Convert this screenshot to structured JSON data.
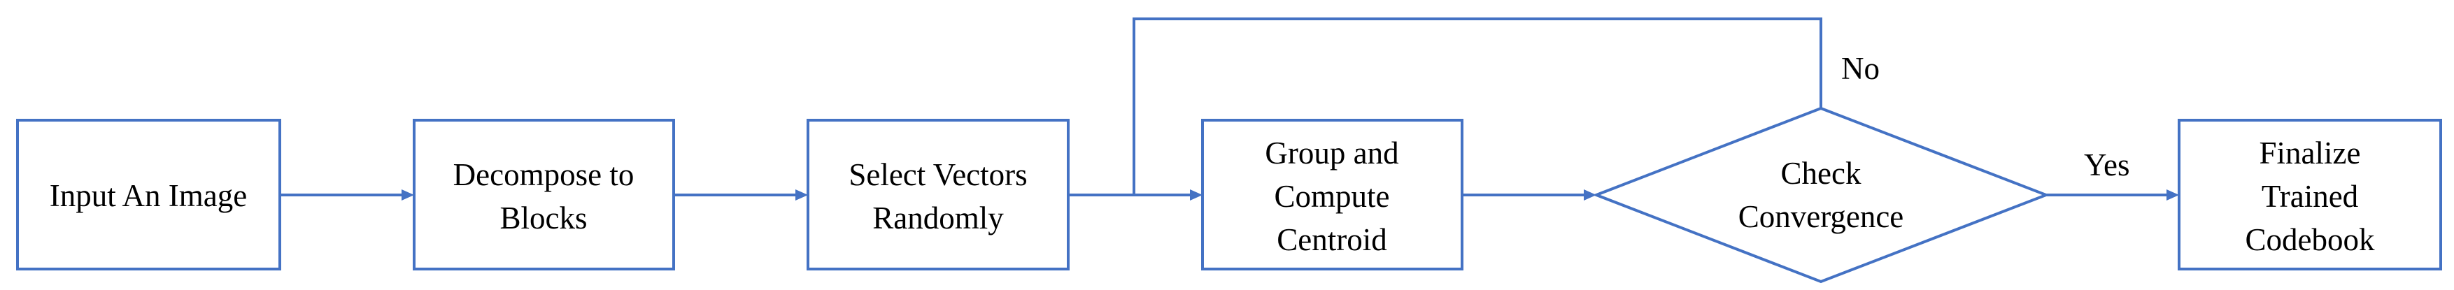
{
  "diagram": {
    "colors": {
      "stroke": "#4472C4",
      "text": "#000000",
      "background": "#ffffff"
    },
    "nodes": {
      "input_image": {
        "lines": [
          "Input An Image"
        ]
      },
      "decompose_blocks": {
        "lines": [
          "Decompose to",
          "Blocks"
        ]
      },
      "select_vectors": {
        "lines": [
          "Select Vectors",
          "Randomly"
        ]
      },
      "group_compute": {
        "lines": [
          "Group and",
          "Compute",
          "Centroid"
        ]
      },
      "check_convergence": {
        "lines": [
          "Check",
          "Convergence"
        ]
      },
      "finalize_codebook": {
        "lines": [
          "Finalize",
          "Trained",
          "Codebook"
        ]
      }
    },
    "edge_labels": {
      "no": "No",
      "yes": "Yes"
    }
  }
}
